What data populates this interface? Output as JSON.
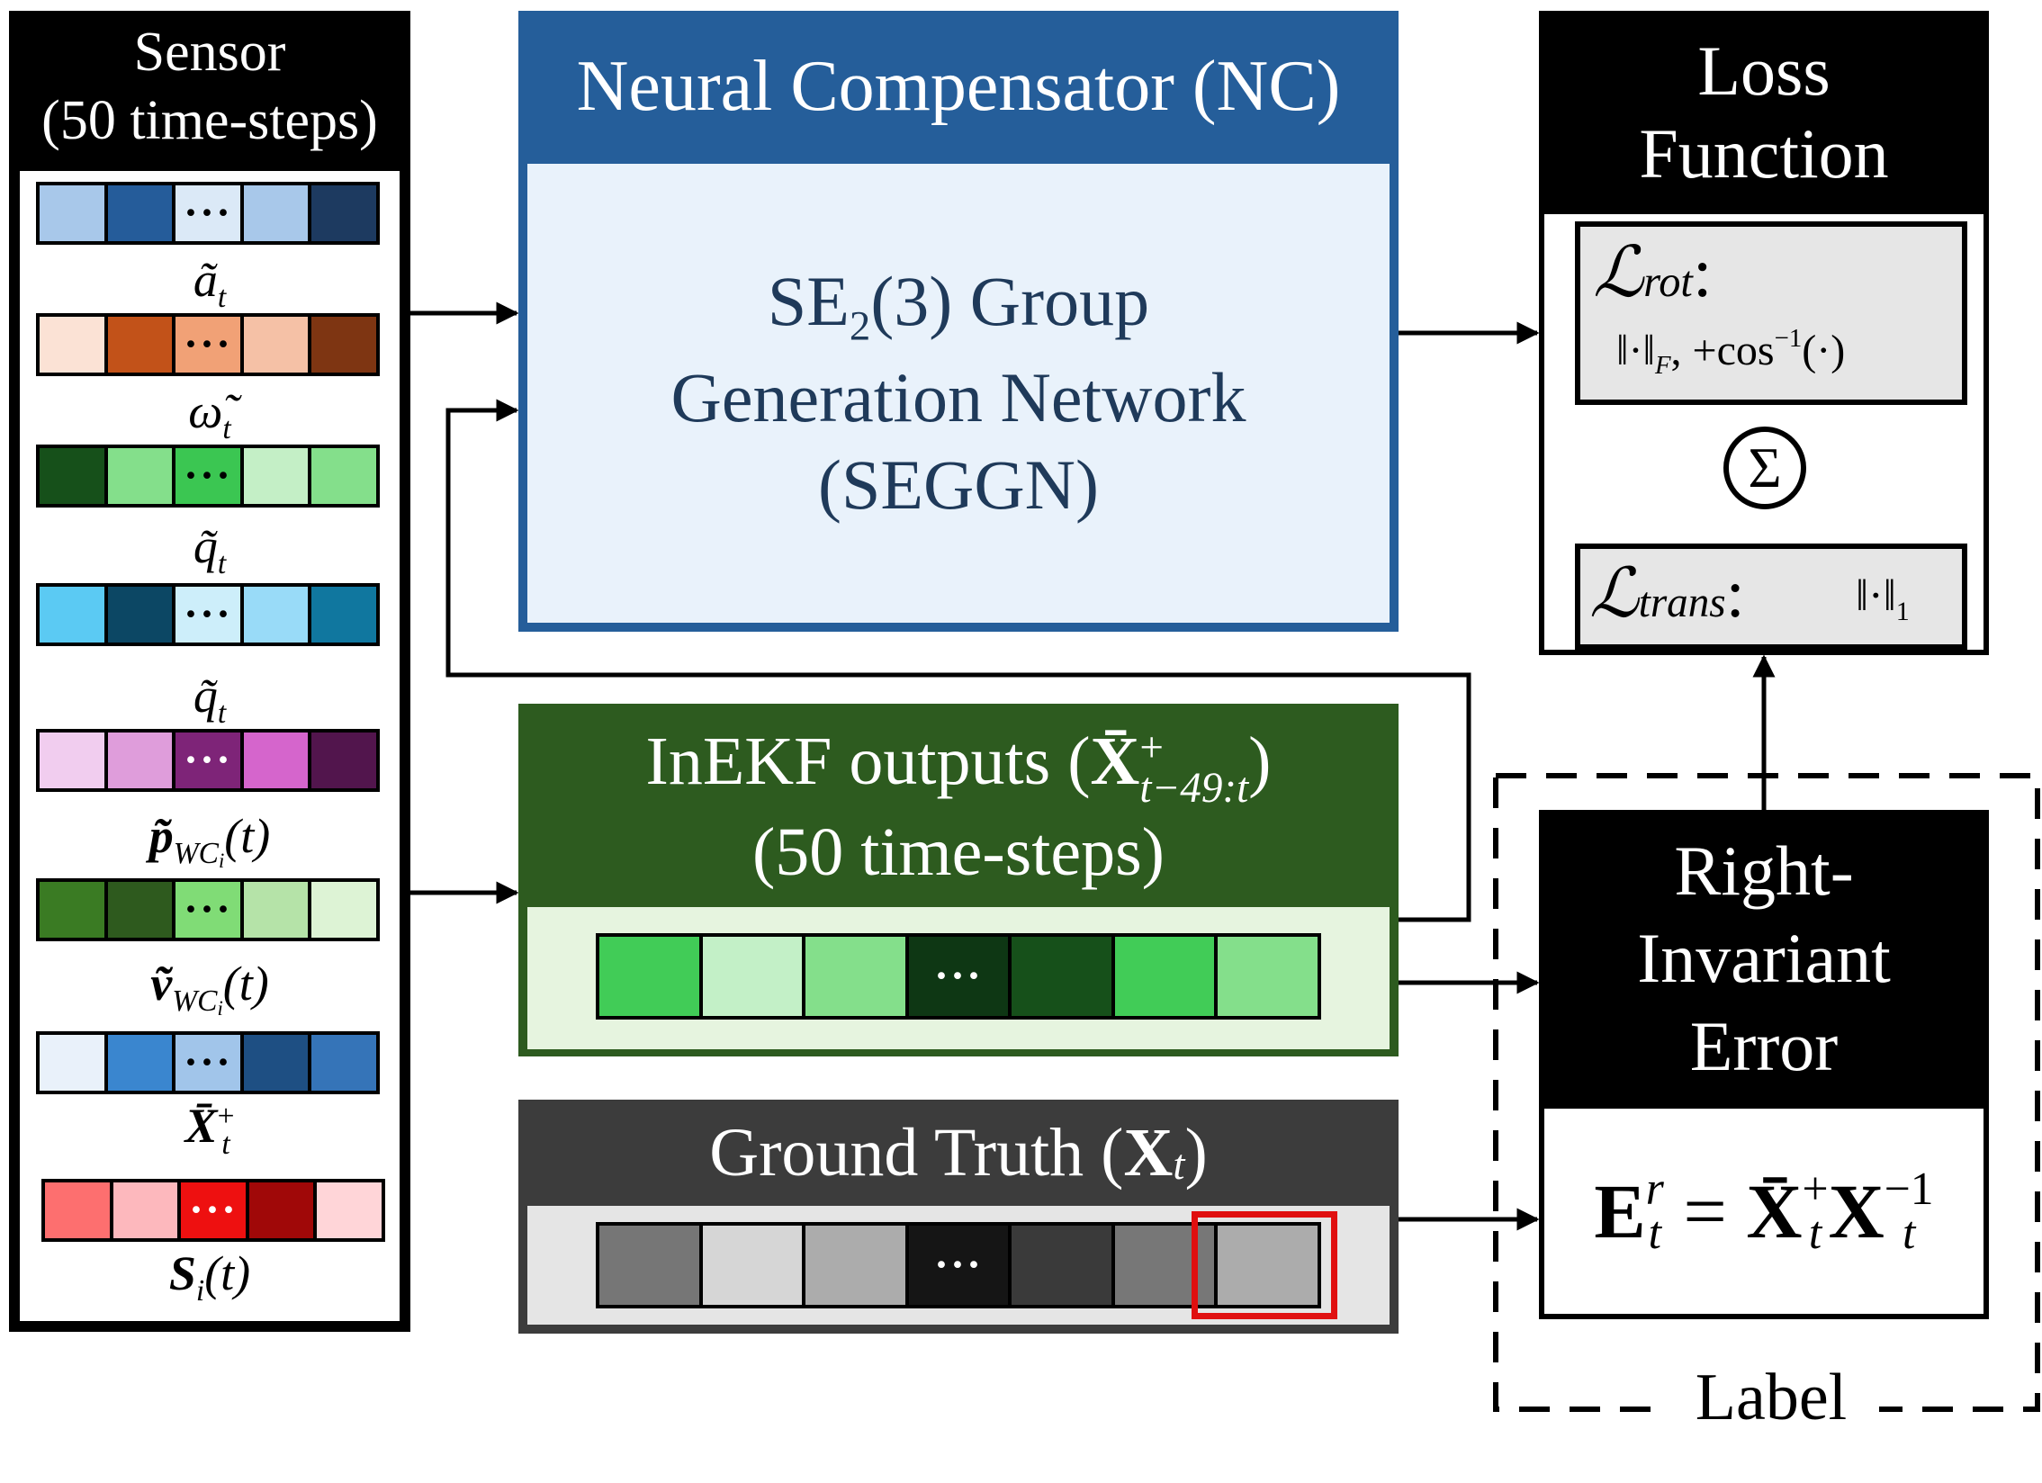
{
  "sensor": {
    "title_line1": "Sensor",
    "title_line2": "(50 time-steps)",
    "ellipsis": "···",
    "rows": [
      {
        "label": "ã",
        "sub": "t",
        "colors": [
          "#a8c8ea",
          "#255c9a",
          "#dbe9f7",
          "#a8c8ea",
          "#1d3a60"
        ]
      },
      {
        "label": "ω̃",
        "sub": "t",
        "colors": [
          "#fbe2d5",
          "#c25219",
          "#f1a176",
          "#f5c1a6",
          "#7e3512"
        ]
      },
      {
        "label": "q̃",
        "sub": "t",
        "colors": [
          "#16501a",
          "#84df8b",
          "#3bc652",
          "#c4efc6",
          "#84df8b"
        ]
      },
      {
        "label": "q̃",
        "sub": "t",
        "colors": [
          "#5bcaf3",
          "#0c4764",
          "#cdeefa",
          "#99dbf8",
          "#10779f"
        ]
      },
      {
        "label": "p̃",
        "sub": "WC",
        "subsub": "i",
        "suffix": "(t)",
        "colors": [
          "#f1cdef",
          "#df9ddb",
          "#7e2478",
          "#d565cc",
          "#52154d"
        ]
      },
      {
        "label": "ṽ",
        "sub": "WC",
        "subsub": "i",
        "suffix": "(t)",
        "colors": [
          "#3a7b23",
          "#2e5a1e",
          "#80dc76",
          "#b5e3a8",
          "#ddf3d5"
        ]
      },
      {
        "label": "X̄",
        "sub": "t",
        "sup": "+",
        "colors": [
          "#e9f1fa",
          "#3a86cf",
          "#a1c5ea",
          "#1e4f83",
          "#3574b8"
        ]
      },
      {
        "label": "S",
        "sub": "i",
        "suffix": "(t)",
        "colors": [
          "#fd6f6f",
          "#fdb8bd",
          "#ee1010",
          "#a00808",
          "#ffd5d8"
        ]
      }
    ]
  },
  "nc": {
    "title": "Neural Compensator (NC)",
    "line1": "SE",
    "line1_sub": "2",
    "line1_rest": "(3) Group",
    "line2": "Generation Network",
    "line3": "(SEGGN)"
  },
  "inekf": {
    "title_prefix": "InEKF outputs (",
    "title_symbol": "X̄",
    "title_sup": "+",
    "title_sub": "t−49:t",
    "title_suffix": ")",
    "title_line2": "(50 time-steps)",
    "ellipsis": "···",
    "colors": [
      "#41cc57",
      "#c3f0c7",
      "#84df8b",
      "#0e3714",
      "#16501a",
      "#41cc57",
      "#84df8b"
    ]
  },
  "ground_truth": {
    "title_prefix": "Ground Truth (",
    "title_symbol": "X",
    "title_sub": "t",
    "title_suffix": ")",
    "ellipsis": "···",
    "colors": [
      "#767676",
      "#d6d6d6",
      "#acacac",
      "#151515",
      "#3a3a3a",
      "#777777",
      "#acacac"
    ],
    "highlight_color": "#e01010"
  },
  "loss": {
    "title_line1": "Loss",
    "title_line2": "Function",
    "rot_symbol": "ℒ",
    "rot_sub": "rot",
    "rot_colon": ":",
    "rot_formula": "‖·‖",
    "rot_formula_sub": "F",
    "rot_formula_rest": ", +cos",
    "rot_formula_sup": "−1",
    "rot_formula_end": "(·)",
    "sigma": "Σ",
    "trans_symbol": "ℒ",
    "trans_sub": "trans",
    "trans_colon": ":",
    "trans_formula": "‖·‖",
    "trans_formula_sub": "1"
  },
  "error": {
    "title_line1": "Right-",
    "title_line2": "Invariant",
    "title_line3": "Error",
    "eq_E": "E",
    "eq_E_sup": "r",
    "eq_E_sub": "t",
    "eq_equals": " = ",
    "eq_X1": "X̄",
    "eq_X1_sup": "+",
    "eq_X1_sub": "t",
    "eq_X2": "X",
    "eq_X2_sup": "−1",
    "eq_X2_sub": "t"
  },
  "label_box": {
    "text": "Label"
  }
}
